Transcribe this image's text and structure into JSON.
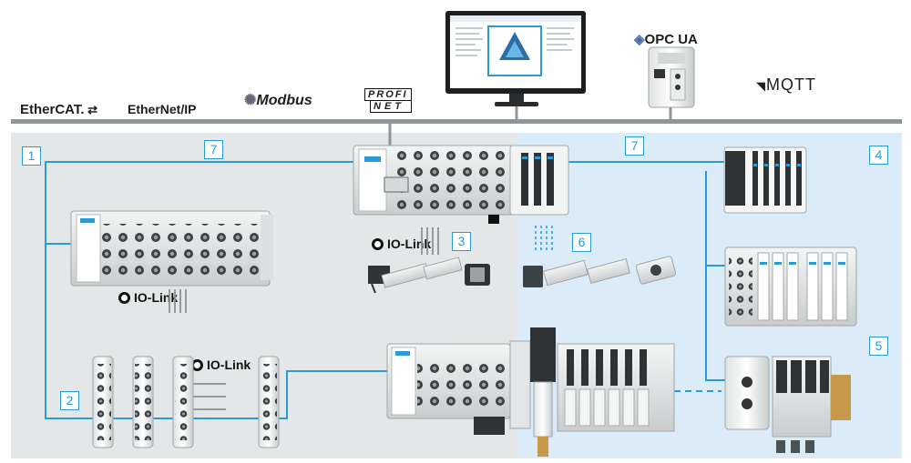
{
  "protocols": {
    "ethercat": "EtherCAT.",
    "ethernetip": "EtherNet/IP",
    "modbus": "Modbus",
    "profinet_top": "PROFI",
    "profinet_bottom": "NET",
    "opcua": "OPC UA",
    "mqtt": "MQTT"
  },
  "iolink_label": "IO-Link",
  "callouts": [
    "1",
    "2",
    "3",
    "4",
    "5",
    "6",
    "7",
    "7"
  ],
  "colors": {
    "accent": "#2a9bd6",
    "bus": "#8f9699",
    "zone_left": "#e4e7e8",
    "zone_right": "#dcebf8"
  }
}
